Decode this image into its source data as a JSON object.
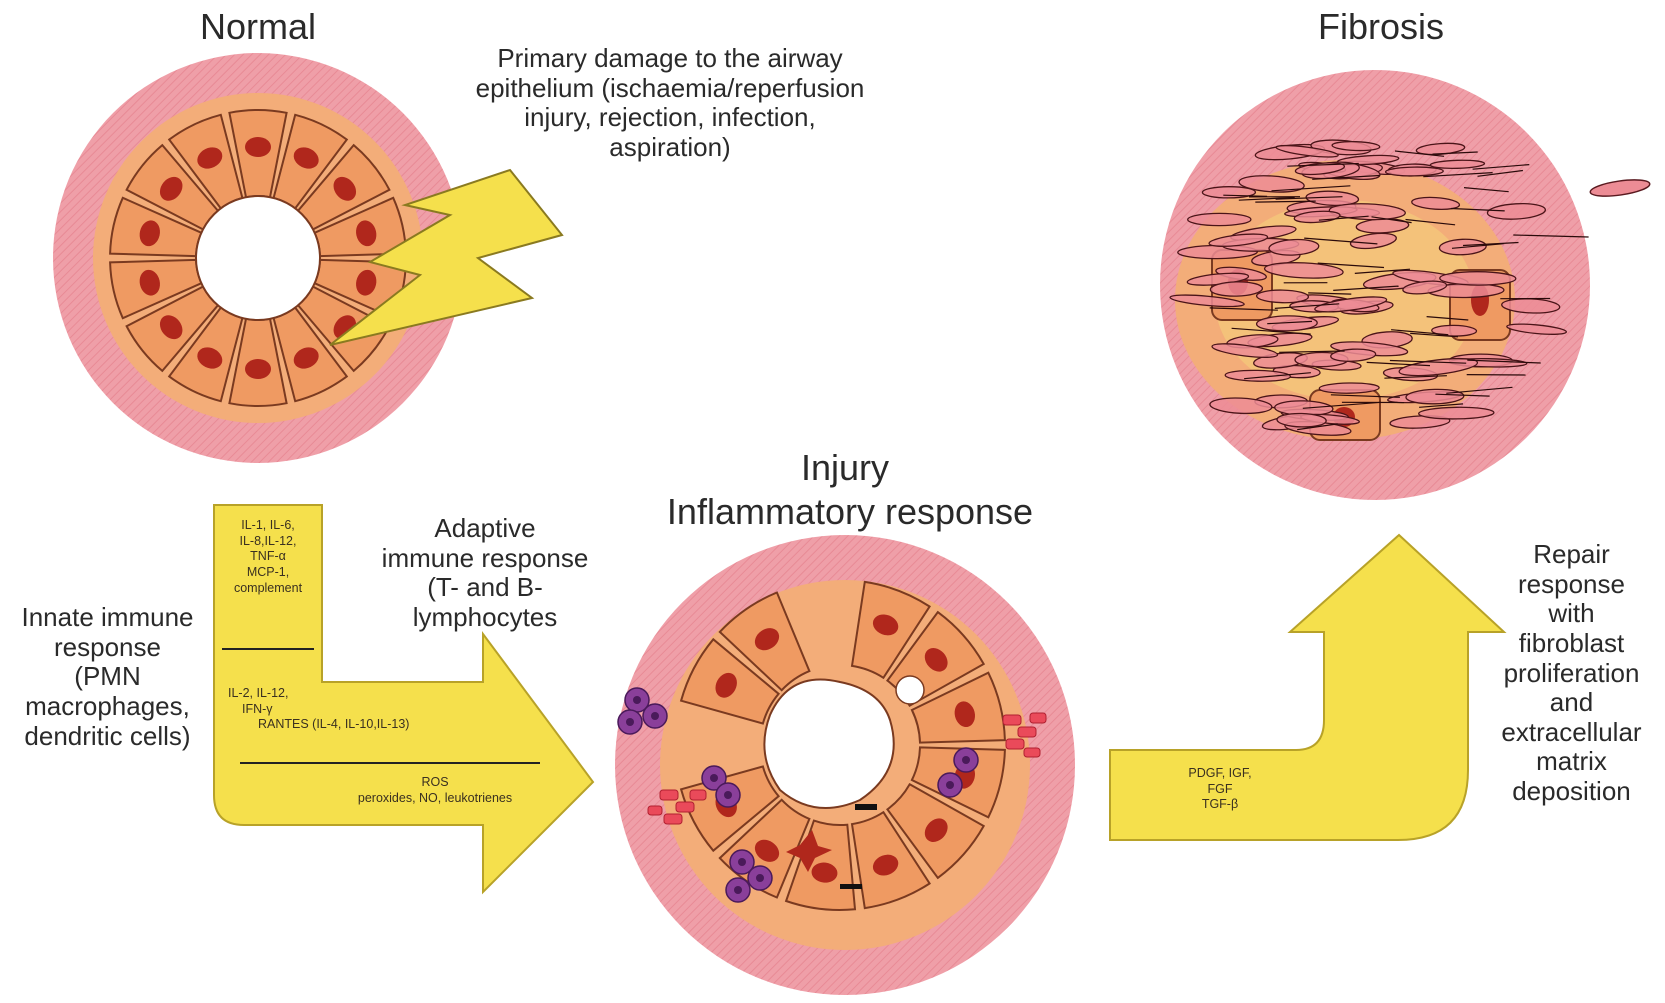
{
  "titles": {
    "normal": "Normal",
    "fibrosis": "Fibrosis",
    "injury": "Injury",
    "inflammatory": "Inflammatory response"
  },
  "damage_note": [
    "Primary damage to the airway",
    "epithelium (ischaemia/reperfusion",
    "injury, rejection, infection,",
    "aspiration)"
  ],
  "innate": [
    "Innate immune",
    "response",
    "(PMN",
    "macrophages,",
    "dendritic cells)"
  ],
  "adaptive": [
    "Adaptive",
    "immune response",
    "(T- and B-",
    "lymphocytes"
  ],
  "repair": [
    "Repair",
    "response",
    "with",
    "fibroblast",
    "proliferation",
    "and",
    "extracellular",
    "matrix",
    "deposition"
  ],
  "mediators_innate": [
    "IL-1, IL-6,",
    "IL-8,IL-12,",
    "TNF-α",
    "MCP-1,",
    "complement"
  ],
  "mediators_adaptive": [
    "IL-2, IL-12,",
    "IFN-γ",
    "RANTES (IL-4, IL-10,IL-13)"
  ],
  "mediators_ros": [
    "ROS",
    "peroxides, NO, leukotrienes"
  ],
  "growth_factors": [
    "PDGF, IGF,",
    "FGF",
    "TGF-β"
  ],
  "colors": {
    "outer_ring": "#ee9aa4",
    "inner_ring": "#f4b27a",
    "cell": "#ef9a62",
    "nucleus": "#b0271c",
    "arrow": "#f5e04c",
    "immune_purple": "#8a3f9a"
  }
}
